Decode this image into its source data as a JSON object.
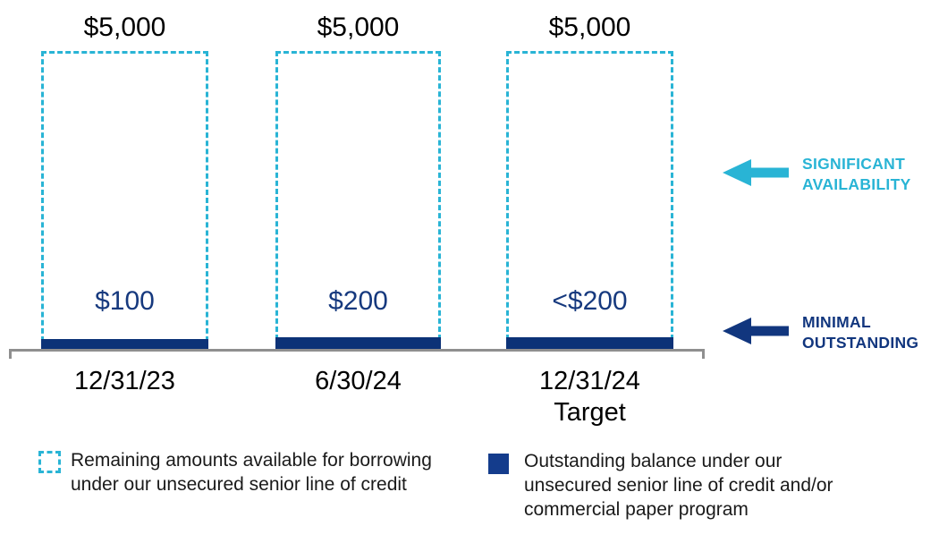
{
  "theme": {
    "colors": {
      "cyan": "#29B4D5",
      "navy": "#0C3277",
      "navyText": "#16397E",
      "navyArrow": "#11367E",
      "navyLegend": "#143C8C",
      "axisGray": "#8F8F8F"
    }
  },
  "chart": {
    "bars": [
      {
        "capacity_label": "$5,000",
        "outstanding_label": "$100",
        "x_label": "12/31/23"
      },
      {
        "capacity_label": "$5,000",
        "outstanding_label": "$200",
        "x_label": "6/30/24"
      },
      {
        "capacity_label": "$5,000",
        "outstanding_label": "<$200",
        "x_label": "12/31/24\nTarget"
      }
    ],
    "annotations": {
      "significant": "SIGNIFICANT\nAVAILABILITY",
      "minimal": "MINIMAL\nOUTSTANDING"
    },
    "legend": [
      {
        "swatch": "dashed-cyan-outline",
        "label": "Remaining amounts available for borrowing\nunder our unsecured senior line of credit"
      },
      {
        "swatch": "solid-navy-square",
        "label": "Outstanding balance under our\nunsecured senior line of credit and/or\ncommercial paper program"
      }
    ]
  },
  "chart_data": {
    "type": "bar",
    "title": "",
    "categories": [
      "12/31/23",
      "6/30/24",
      "12/31/24 Target"
    ],
    "series": [
      {
        "name": "Remaining amounts available for borrowing under our unsecured senior line of credit",
        "style": "dashed-cyan-outline",
        "values": [
          5000,
          5000,
          5000
        ],
        "data_labels": [
          "$5,000",
          "$5,000",
          "$5,000"
        ]
      },
      {
        "name": "Outstanding balance under our unsecured senior line of credit and/or commercial paper program",
        "style": "solid-navy",
        "values": [
          100,
          200,
          200
        ],
        "data_labels": [
          "$100",
          "$200",
          "<$200"
        ]
      }
    ],
    "ylim": [
      0,
      5000
    ],
    "grid": false,
    "legend_position": "bottom",
    "annotations": [
      "SIGNIFICANT AVAILABILITY",
      "MINIMAL OUTSTANDING"
    ]
  }
}
